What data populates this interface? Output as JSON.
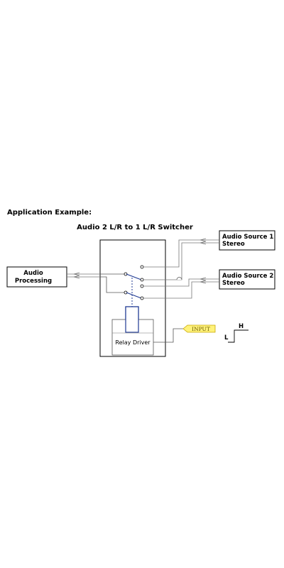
{
  "heading": "Application Example:",
  "subheading": "Audio 2 L/R to 1 L/R Switcher",
  "blocks": {
    "processing": [
      "Audio",
      "Processing"
    ],
    "source1": [
      "Audio Source 1",
      "Stereo"
    ],
    "source2": [
      "Audio Source 2",
      "Stereo"
    ],
    "relay_driver": "Relay Driver"
  },
  "input_tag": "INPUT",
  "logic_levels": {
    "high": "H",
    "low": "L"
  },
  "colors": {
    "line": "#555555",
    "switch": "#1f3a93",
    "coil": "#1f3a93",
    "input_fill": "#fff27a",
    "input_stroke": "#c9a800"
  }
}
